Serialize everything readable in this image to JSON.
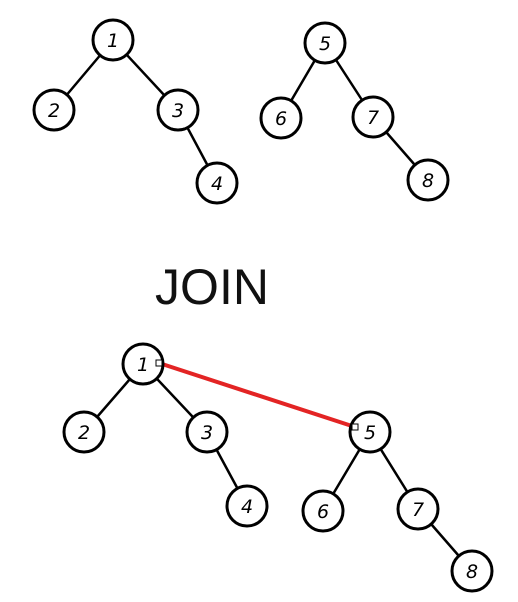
{
  "label": "JOIN",
  "colors": {
    "join_edge": "#e32424",
    "ink": "#000000"
  },
  "before": {
    "left_tree": {
      "nodes": [
        "1",
        "2",
        "3",
        "4"
      ],
      "edges": [
        [
          "1",
          "2"
        ],
        [
          "1",
          "3"
        ],
        [
          "3",
          "4"
        ]
      ]
    },
    "right_tree": {
      "nodes": [
        "5",
        "6",
        "7",
        "8"
      ],
      "edges": [
        [
          "5",
          "6"
        ],
        [
          "5",
          "7"
        ],
        [
          "7",
          "8"
        ]
      ]
    }
  },
  "after": {
    "nodes": [
      "1",
      "2",
      "3",
      "4",
      "5",
      "6",
      "7",
      "8"
    ],
    "edges": [
      [
        "1",
        "2"
      ],
      [
        "1",
        "3"
      ],
      [
        "3",
        "4"
      ],
      [
        "5",
        "6"
      ],
      [
        "5",
        "7"
      ],
      [
        "7",
        "8"
      ]
    ],
    "join_edge": [
      "1",
      "5"
    ]
  }
}
